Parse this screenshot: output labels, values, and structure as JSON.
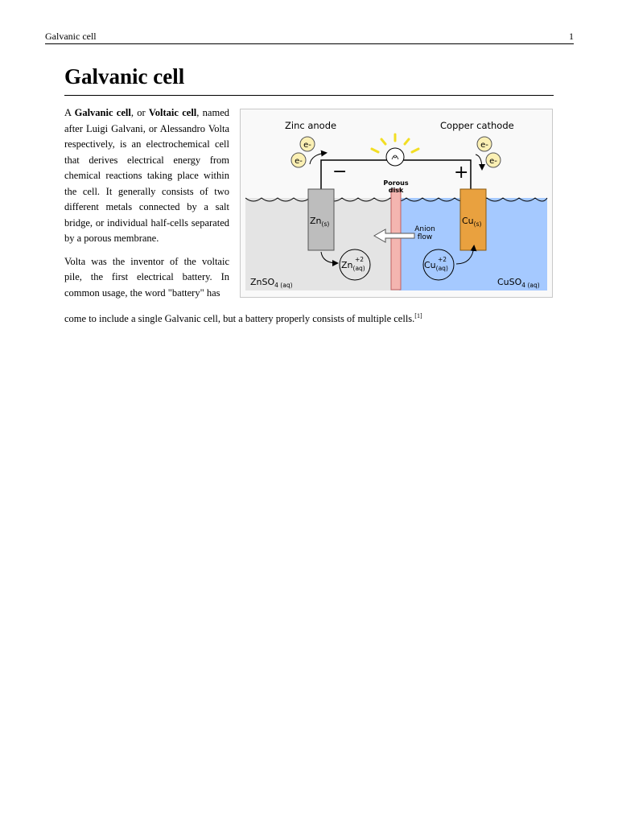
{
  "header": {
    "running_title": "Galvanic cell",
    "page_number": "1"
  },
  "article": {
    "title": "Galvanic cell",
    "p1": {
      "a": "A ",
      "b1": "Galvanic cell",
      "c": ", or ",
      "b2": "Voltaic cell",
      "d": ", named after Luigi Galvani, or Alessandro Volta respectively, is an electrochemical cell that derives electrical energy from chemical reactions taking place within the cell. It generally consists of two different metals connected by a salt bridge, or individual half-cells separated by a porous membrane."
    },
    "p2": {
      "a": "Volta was the inventor of the voltaic pile, the first electrical battery. In common usage, the word \"battery\" has",
      "b": "come to include a single Galvanic cell, but a battery properly consists of multiple cells.",
      "ref": "[1]"
    }
  },
  "figure": {
    "anode_title": "Zinc anode",
    "cathode_title": "Copper cathode",
    "electron": "e-",
    "minus": "−",
    "plus": "+",
    "porous_line1": "Porous",
    "porous_line2": "disk",
    "zn_solid": "Zn",
    "cu_solid": "Cu",
    "solid_sub": "(s)",
    "anion_line1": "Anion",
    "anion_line2": "flow",
    "zn_ion": "Zn",
    "cu_ion": "Cu",
    "ion_charge": "+2",
    "aq_sub": "(aq)",
    "left_solution": "ZnSO",
    "right_solution": "CuSO",
    "solution_sub": "4 (aq)",
    "colors": {
      "left_solution": "#e4e4e4",
      "right_solution": "#a5c9ff",
      "zinc_electrode": "#bdbdbd",
      "copper_electrode": "#e9a13f",
      "porous_disk": "#f4b5b0",
      "electron_fill": "#fbf0b4",
      "light_rays": "#f2de24"
    }
  }
}
